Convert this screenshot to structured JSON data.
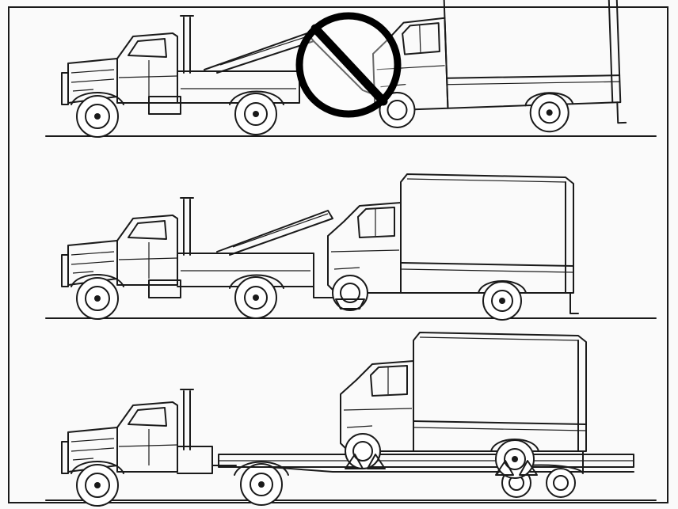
{
  "figure": {
    "description_visible_text": "",
    "panels": [
      {
        "id": "panel-1",
        "method": "wrecker-hook-tow",
        "prohibited": true
      },
      {
        "id": "panel-2",
        "method": "wheel-lift-tow",
        "prohibited": false
      },
      {
        "id": "panel-3",
        "method": "flatbed-car-carrier",
        "prohibited": false
      }
    ],
    "colors": {
      "line": "#1a1a1a",
      "background": "#fafafa",
      "prohibit": "#000000"
    },
    "icons": [
      "prohibition-icon"
    ]
  }
}
